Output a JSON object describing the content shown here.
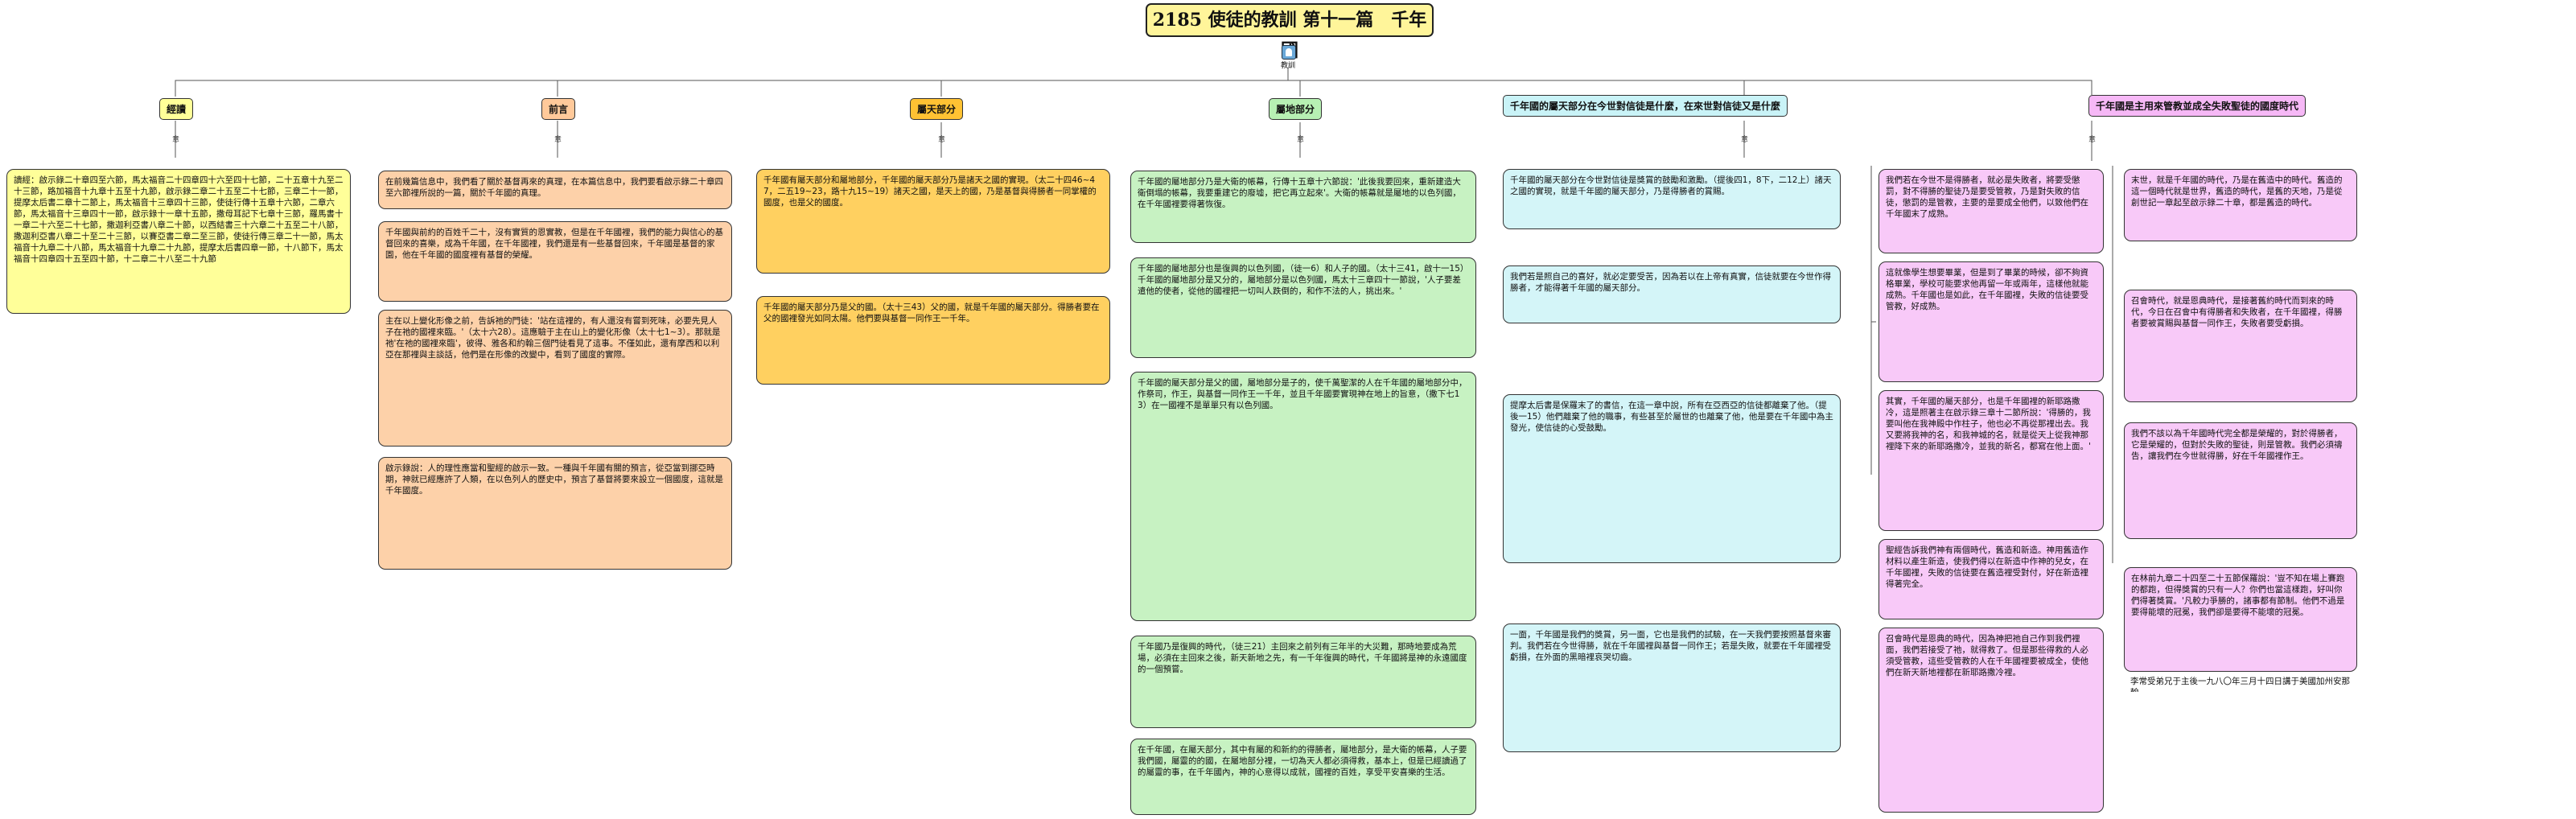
{
  "title": "2185 使徒的教訓 第十一篇　千年國",
  "root_label": "教訓",
  "sep": "意",
  "columns": [
    {
      "header": "經讀",
      "boxes": [
        "讀經：啟示錄二十章四至六節，馬太福音二十四章四十六至四十七節，二十五章十九至二十三節，路加福音十九章十五至十九節，啟示錄二章二十五至二十七節，三章二十一節，提摩太后書二章十二節上，馬太福音十三章四十三節，使徒行傳十五章十六節，二章六節，馬太福音十三章四十一節，啟示錄十一章十五節，撒母耳記下七章十三節，羅馬書十一章二十六至二十七節，撒迦利亞書八章二十節，以西結書三十六章二十五至二十八節，撒迦利亞書八章二十至二十三節，以賽亞書二章二至三節，使徒行傳三章二十一節，馬太福音十九章二十八節，馬太福音十九章二十九節，提摩太后書四章一節，十八節下，馬太福音十四章四十五至四十節，十二章二十八至二十九節"
      ]
    },
    {
      "header": "前言",
      "boxes": [
        "在前幾篇信息中，我們看了關於基督再來的真理，在本篇信息中，我們要看啟示錄二十章四至六節裡所說的一篇，關於千年國的真理。",
        "千年國與前約的百姓千二十，沒有實質的恩實教，但是在千年國裡，我們的能力與信心的基督回來的喜樂，成為千年國，在千年國裡，我們還是有一些基督回來，千年國是基督的家園，他在千年國的國度裡有基督的榮耀。",
        "主在以上變化形像之前，告訴祂的門徒：'站在這裡的，有人還沒有嘗到死味，必要先見人子在祂的國裡來臨。'（太十六28）。這應驗于主在山上的變化形像（太十七1~3）。那就是祂'在祂的國裡來臨'，彼得、雅各和約翰三個門徒看見了這事。不僅如此，還有摩西和以利亞在那裡與主談話，他們是在形像的改變中，看到了國度的實際。",
        "啟示錄說：人的理性應當和聖經的啟示一致。一種與千年國有關的預言，從亞當到挪亞時期，神就已經應許了人類，在以色列人的歷史中，預言了基督將要來設立一個國度，這就是千年國度。"
      ]
    },
    {
      "header": "屬天部分",
      "boxes": [
        "千年國有屬天部分和屬地部分，千年國的屬天部分乃是諸天之國的實現。（太二十四46~47，二五19~23，路十九15~19）諸天之國，是天上的國，乃是基督與得勝者一同掌權的國度，也是父的國度。",
        "千年國的屬天部分乃是父的國。（太十三43）父的國，就是千年國的屬天部分。得勝者要在父的國裡發光如同太陽。他們要與基督一同作王一千年。"
      ]
    },
    {
      "header": "屬地部分",
      "boxes": [
        "千年國的屬地部分乃是大衛的帳幕，行傳十五章十六節說：'此後我要回來，重新建造大衛倒塌的帳幕，我要重建它的廢墟，把它再立起來'。大衛的帳幕就是屬地的以色列國，在千年國裡要得著恢復。",
        "千年國的屬地部分也是復興的以色列國，（徒一6）和人子的國。（太十三41，啟十一15）千年國的屬地部分是又分的，屬地部分是以色列國，馬太十三章四十一節說，'人子要差遣他的使者，從他的國裡把一切叫人跌倒的，和作不法的人，挑出來。'",
        "千年國的屬天部分是父的國，屬地部分是子的，使千萬聖潔的人在千年國的屬地部分中，作祭司，作王，與基督一同作王一千年，並且千年國要實現神在地上的旨意，（撒下七13）在一國裡不是單單只有以色列國。",
        "千年國乃是復興的時代，（徒三21）主回來之前列有三年半的大災難，那時地要成為荒場，必須在主回來之後，新天新地之先，有一千年復興的時代，千年國將是神的永遠國度的一個預嘗。",
        "在千年國，在屬天部分，其中有屬的和新約的得勝者，屬地部分，是大衛的帳幕，人子要我們國，屬靈的的國，在屬地部分裡，一切為天人都必須得救，基本上，但是已經讀過了的屬靈的事，在千年國內，神的心意得以成就，國裡的百姓，享受平安喜樂的生活。"
      ]
    },
    {
      "header": "千年國的屬天部分在今世對信徒是什麼，在來世對信徒又是什麼",
      "boxes": [
        "千年國的屬天部分在今世對信徒是獎賞的鼓勵和激勵。（提後四1，8下，二12上）諸天之國的實現，就是千年國的屬天部分，乃是得勝者的賞賜。",
        "我們若是照自己的喜好，就必定要受苦，因為若以在上帝有真實，信徒就要在今世作得勝者，才能得著千年國的屬天部分。",
        "提摩太后書是保羅末了的書信，在這一章中說，所有在亞西亞的信徒都離棄了他。（提後一15）他們離棄了他的職事，有些甚至於屬世的也離棄了他，他是要在千年國中為主發光，使信徒的心受鼓勵。",
        "一面，千年國是我們的獎賞，另一面，它也是我們的試驗，在一天我們要按照基督來審判。我們若在今世得勝，就在千年國裡與基督一同作王；若是失敗，就要在千年國裡受虧損，在外面的黑暗裡哀哭切齒。"
      ]
    },
    {
      "header": "千年國是主用來管教並成全失敗聖徒的國度時代",
      "boxes": [
        "我們若在今世不是得勝者，就必是失敗者，將要受懲罰，對不得勝的聖徒乃是要受管教，乃是對失敗的信徒，懲罰的是管教，主要的是要成全他們，以致他們在千年國末了成熟。",
        "這就像學生想要畢業，但是到了畢業的時候，卻不夠資格畢業，學校可能要求他再留一年或兩年，這樣他就能成熟。千年國也是如此，在千年國裡，失敗的信徒要受管教，好成熟。",
        "其實，千年國的屬天部分，也是千年國裡的新耶路撒冷，這是照著主在啟示錄三章十二節所說：'得勝的，我要叫他在我神殿中作柱子，他也必不再從那裡出去。我又要將我神的名，和我神城的名，就是從天上從我神那裡降下來的新耶路撒冷，並我的新名，都寫在他上面。'",
        "聖經告訴我們神有兩個時代，舊造和新造。神用舊造作材料以產生新造，使我們得以在新造中作神的兒女，在千年國裡，失敗的信徒要在舊造裡受對付，好在新造裡得著完全。",
        "召會時代是恩典的時代，因為神把祂自己作到我們裡面，我們若接受了祂，就得救了。但是那些得救的人必須受管教，這些受管教的人在千年國裡要被成全，使他們在新天新地裡都在新耶路撒冷裡。"
      ]
    },
    {
      "header": "",
      "boxes": [
        "末世，就是千年國的時代，乃是在舊造中的時代。舊造的這一個時代就是世界，舊造的時代，是舊的天地，乃是從創世記一章起至啟示錄二十章，都是舊造的時代。",
        "召會時代，就是恩典時代，是接著舊約時代而到來的時代，今日在召會中有得勝者和失敗者，在千年國裡，得勝者要被賞賜與基督一同作王，失敗者要受虧損。",
        "我們不該以為千年國時代完全都是榮耀的，對於得勝者，它是榮耀的，但對於失敗的聖徒，則是管教。我們必須禱告，讓我們在今世就得勝，好在千年國裡作王。",
        "在林前九章二十四至二十五節保羅說：'豈不知在場上賽跑的都跑，但得獎賞的只有一人？你們也當這樣跑，好叫你們得著獎賞。'凡較力爭勝的，諸事都有節制。他們不過是要得能壞的冠冕，我們卻是要得不能壞的冠冕。",
        "李常受弟兄于主後一九八〇年三月十四日講于美國加州安那翰"
      ]
    }
  ],
  "colors": {
    "yellow": "#ffff99",
    "orange": "#ffc99a",
    "gold": "#ffc233",
    "green": "#b7f0b3",
    "cyan": "#c9f3f7",
    "pink": "#f6b8f6"
  }
}
